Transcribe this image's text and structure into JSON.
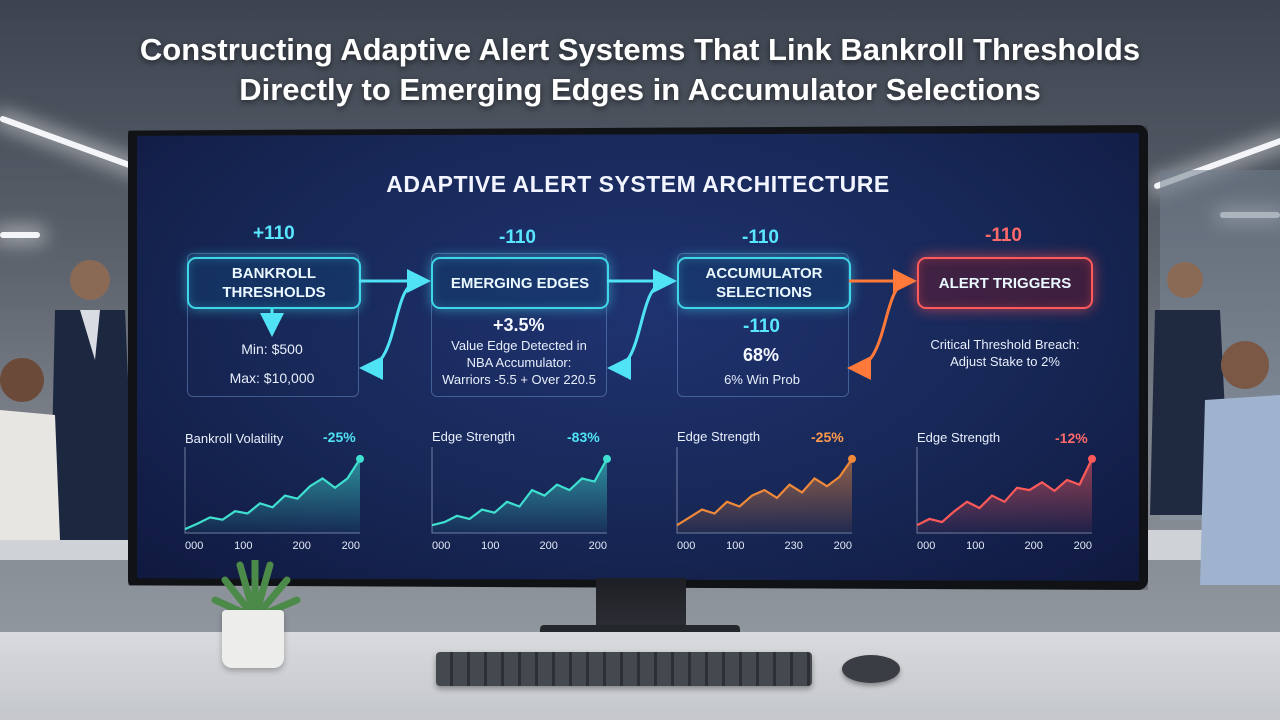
{
  "headline": {
    "line1": "Constructing Adaptive Alert Systems That Link Bankroll Thresholds",
    "line2": "Directly to Emerging Edges in Accumulator Selections"
  },
  "screen": {
    "title": "ADAPTIVE ALERT SYSTEM ARCHITECTURE",
    "columns": [
      {
        "odds": "+110",
        "box_line1": "BANKROLL",
        "box_line2": "THRESHOLDS",
        "min": "Min: $500",
        "max": "Max: $10,000"
      },
      {
        "odds": "-110",
        "box_line1": "EMERGING EDGES",
        "edge": "+3.5%",
        "desc1": "Value Edge Detected in",
        "desc2": "NBA Accumulator:",
        "desc3": "Warriors -5.5 + Over 220.5"
      },
      {
        "odds": "-110",
        "box_line1": "ACCUMULATOR",
        "box_line2": "SELECTIONS",
        "sub_odds": "-110",
        "percent": "68%",
        "desc": "6% Win Prob"
      },
      {
        "odds": "-110",
        "box_line1": "ALERT TRIGGERS",
        "desc1": "Critical Threshold Breach:",
        "desc2": "Adjust Stake to 2%"
      }
    ]
  },
  "chart_data": [
    {
      "type": "area",
      "title": "Bankroll Volatility",
      "annotation": "-25%",
      "x_ticks": [
        "000",
        "100",
        "200",
        "200"
      ],
      "values": [
        5,
        12,
        20,
        17,
        28,
        25,
        38,
        33,
        48,
        44,
        60,
        70,
        58,
        70,
        95
      ],
      "color": "#3fe0d0"
    },
    {
      "type": "area",
      "title": "Edge Strength",
      "annotation": "-83%",
      "x_ticks": [
        "000",
        "100",
        "200",
        "200"
      ],
      "values": [
        10,
        14,
        22,
        18,
        30,
        26,
        40,
        34,
        55,
        48,
        62,
        55,
        70,
        66,
        95
      ],
      "color": "#3fe0d0"
    },
    {
      "type": "area",
      "title": "Edge Strength",
      "annotation": "-25%",
      "x_ticks": [
        "000",
        "100",
        "230",
        "200"
      ],
      "values": [
        10,
        20,
        30,
        25,
        40,
        34,
        48,
        55,
        45,
        62,
        52,
        70,
        60,
        72,
        95
      ],
      "color": "#f08a3a"
    },
    {
      "type": "area",
      "title": "Edge Strength",
      "annotation": "-12%",
      "x_ticks": [
        "000",
        "100",
        "200",
        "200"
      ],
      "values": [
        10,
        18,
        14,
        28,
        40,
        32,
        48,
        40,
        58,
        55,
        65,
        54,
        68,
        62,
        95
      ],
      "color": "#ff5a5a"
    }
  ]
}
